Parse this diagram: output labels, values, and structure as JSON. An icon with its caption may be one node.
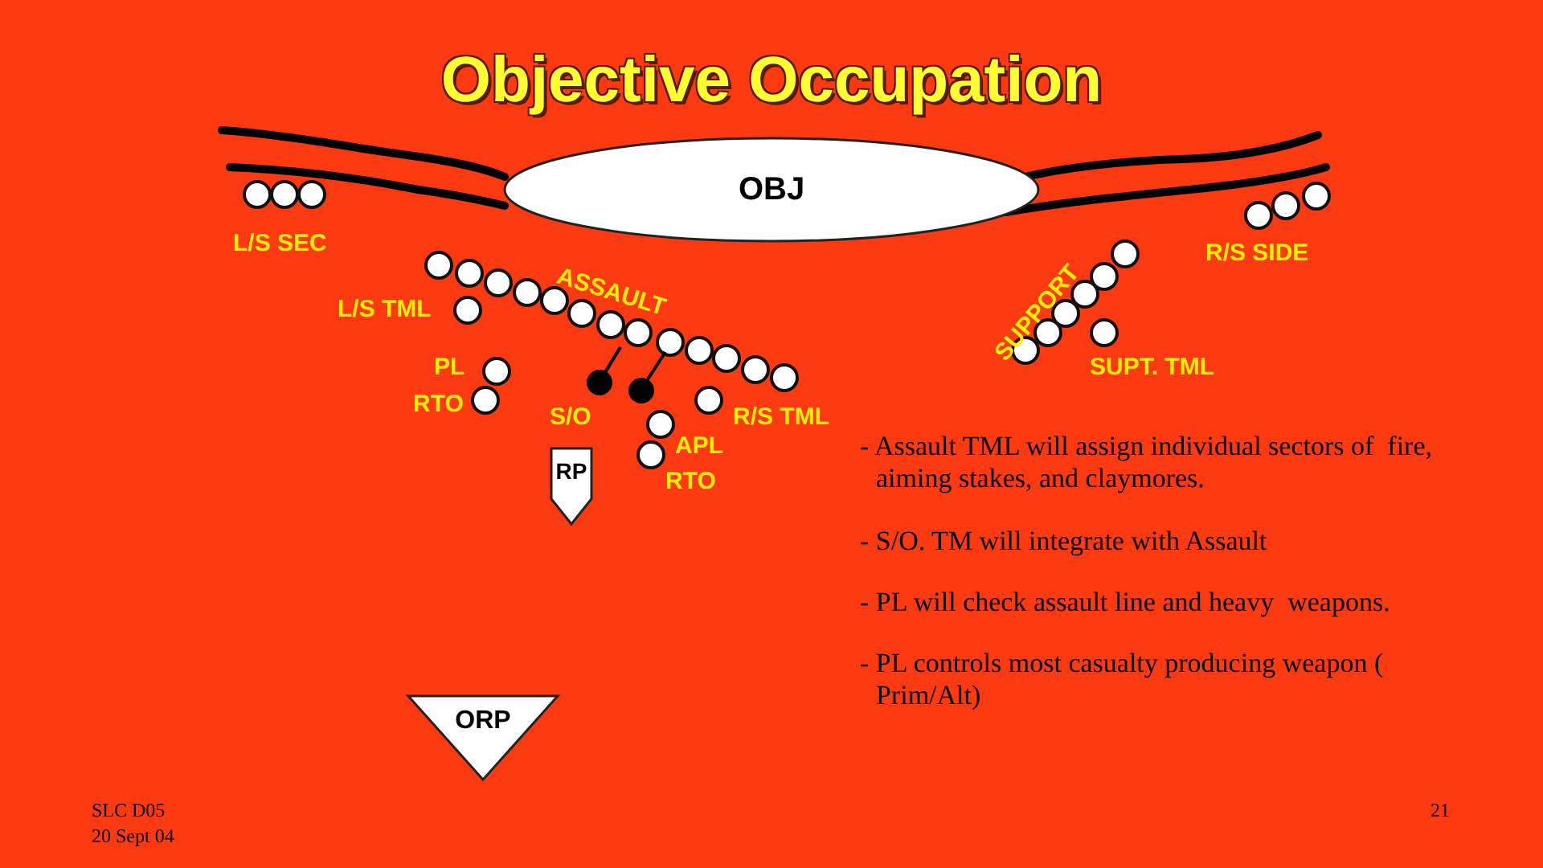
{
  "diagram": {
    "title": "Objective Occupation",
    "nodes": [
      {
        "text": [
          "OBJ"
        ]
      },
      {
        "text": [
          "RP"
        ]
      },
      {
        "text": [
          "ORP"
        ]
      }
    ],
    "labels": [
      "L/S SEC",
      "ASSAULT",
      "R/S SIDE",
      "SUPPORT",
      "L/S TML",
      "PL",
      "RTO",
      "SUPT. TML",
      "S/O",
      "R/S TML",
      "APL",
      "RTO",
      "- Assault TML will assign individual sectors of  fire, aiming stakes, and claymores.",
      "- S/O. TM will integrate with Assault",
      "- PL will check assault line and heavy  weapons.",
      "- PL controls most casualty producing weapon ( Prim/Alt)",
      "SLC D05",
      "20 Sept 04",
      "21"
    ]
  }
}
